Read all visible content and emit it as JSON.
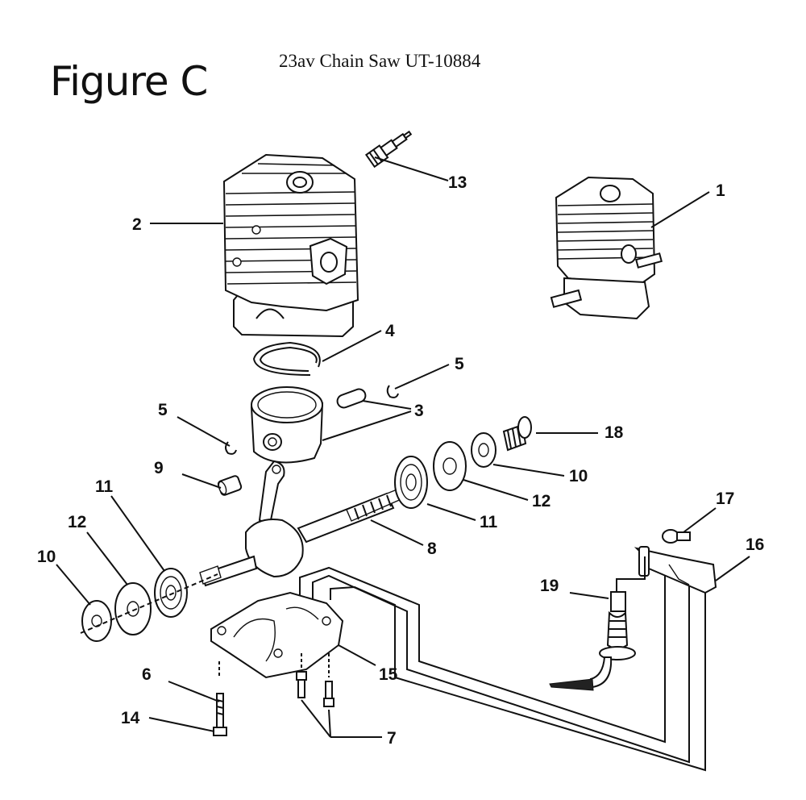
{
  "header": {
    "figure_label": "Figure C",
    "title": "23av Chain Saw UT-10884"
  },
  "callouts": {
    "c1": "1",
    "c2": "2",
    "c3": "3",
    "c4": "4",
    "c5a": "5",
    "c5b": "5",
    "c6": "6",
    "c7": "7",
    "c8": "8",
    "c9": "9",
    "c10a": "10",
    "c10b": "10",
    "c11a": "11",
    "c11b": "11",
    "c12a": "12",
    "c12b": "12",
    "c13": "13",
    "c14": "14",
    "c15": "15",
    "c16": "16",
    "c17": "17",
    "c18": "18",
    "c19": "19"
  }
}
